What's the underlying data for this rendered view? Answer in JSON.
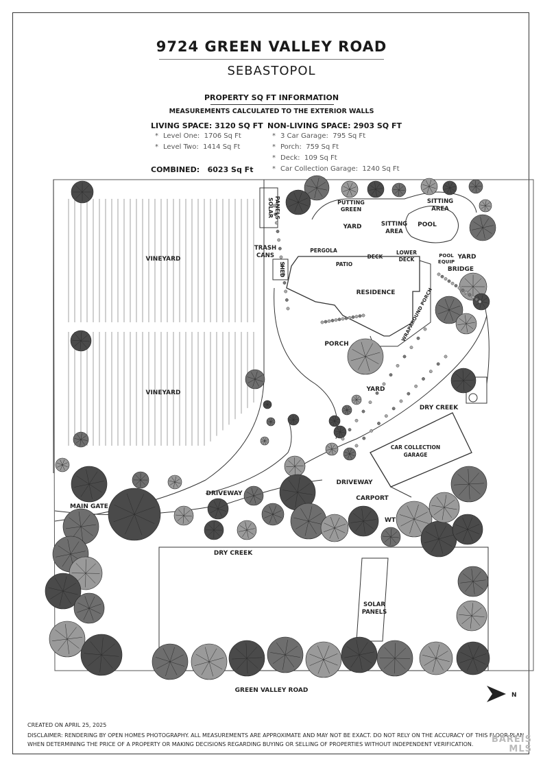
{
  "header": {
    "title": "9724 GREEN VALLEY ROAD",
    "subtitle": "SEBASTOPOL"
  },
  "sqft_info": {
    "heading": "PROPERTY SQ FT INFORMATION",
    "note": "MEASUREMENTS CALCULATED TO THE EXTERIOR WALLS",
    "living": {
      "title": "LIVING SPACE: 3120 SQ FT",
      "items": [
        {
          "label": "Level One:",
          "value": "1706 Sq Ft"
        },
        {
          "label": "Level Two:",
          "value": "1414 Sq Ft"
        }
      ]
    },
    "non_living": {
      "title": "NON-LIVING SPACE: 2903 SQ FT",
      "items": [
        {
          "label": "3 Car Garage:",
          "value": "795 Sq Ft"
        },
        {
          "label": "Porch:",
          "value": "759 Sq Ft"
        },
        {
          "label": "Deck:",
          "value": "109 Sq Ft"
        },
        {
          "label": "Car Collection Garage:",
          "value": "1240 Sq Ft"
        }
      ]
    },
    "combined_label": "COMBINED:",
    "combined_value": "6023 Sq Ft"
  },
  "map_labels": {
    "vineyard_top": "VINEYARD",
    "vineyard_bottom": "VINEYARD",
    "solar_panels_top": [
      "SOLAR",
      "PANELS"
    ],
    "trash_cans": [
      "TRASH",
      "CANS"
    ],
    "shed": "SHED",
    "putting_green": [
      "PUTTING",
      "GREEN"
    ],
    "yard_top": "YARD",
    "sitting_area_left": [
      "SITTING",
      "AREA"
    ],
    "sitting_area_right": [
      "SITTING",
      "AREA"
    ],
    "pool": "POOL",
    "pergola": "PERGOLA",
    "patio": "PATIO",
    "deck": "DECK",
    "lower_deck": [
      "LOWER",
      "DECK"
    ],
    "pool_equip": [
      "POOL",
      "EQUIP"
    ],
    "yard_right": "YARD",
    "bridge": "BRIDGE",
    "residence": "RESIDENCE",
    "wraparound_porch": "WRAPAROUND PORCH",
    "porch": "PORCH",
    "yard_mid": "YARD",
    "dry_creek_right": "DRY CREEK",
    "car_collection_garage": [
      "CAR COLLECTION",
      "GARAGE"
    ],
    "driveway_left": "DRIVEWAY",
    "driveway_right": "DRIVEWAY",
    "carport": "CARPORT",
    "wt": "WT",
    "main_gate": "MAIN GATE",
    "dry_creek_bottom": "DRY CREEK",
    "solar_panels_bottom": [
      "SOLAR",
      "PANELS"
    ],
    "green_valley_road": "GREEN VALLEY ROAD",
    "north": "N"
  },
  "footer": {
    "created": "CREATED ON APRIL 25, 2025",
    "disclaimer_1": "DISCLAIMER: RENDERING BY OPEN HOMES PHOTOGRAPHY. ALL MEASUREMENTS ARE APPROXIMATE AND MAY NOT BE EXACT. DO NOT RELY ON THE ACCURACY OF THIS FLOOR PLAN",
    "disclaimer_2": "WHEN DETERMINING THE PRICE OF A PROPERTY OR MAKING DECISIONS REGARDING BUYING OR SELLING OF PROPERTIES WITHOUT INDEPENDENT VERIFICATION."
  },
  "watermark": "BAREIS MLS",
  "colors": {
    "plant_dark": "#4a4a4a",
    "plant_mid": "#6e6e6e",
    "plant_light": "#9a9a9a",
    "line": "#222222"
  }
}
